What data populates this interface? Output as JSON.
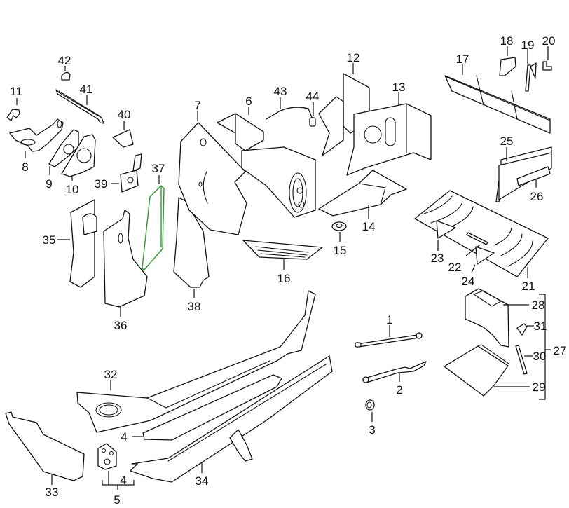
{
  "diagram": {
    "type": "exploded-parts-diagram",
    "highlight_color": "#2e9a2e",
    "line_color": "#111111",
    "background": "#ffffff",
    "highlighted_part": "37",
    "labels": {
      "p1": "1",
      "p2": "2",
      "p3": "3",
      "p4a": "4",
      "p4b": "4",
      "p5": "5",
      "p6": "6",
      "p7": "7",
      "p8": "8",
      "p9": "9",
      "p10": "10",
      "p11": "11",
      "p12": "12",
      "p13": "13",
      "p14": "14",
      "p15": "15",
      "p16": "16",
      "p17": "17",
      "p18": "18",
      "p19": "19",
      "p20": "20",
      "p21": "21",
      "p22": "22",
      "p23": "23",
      "p24": "24",
      "p25": "25",
      "p26": "26",
      "p27": "27",
      "p28": "28",
      "p29": "29",
      "p30": "30",
      "p31": "31",
      "p32": "32",
      "p33": "33",
      "p34": "34",
      "p35": "35",
      "p36": "36",
      "p37": "37",
      "p38": "38",
      "p39": "39",
      "p40": "40",
      "p41": "41",
      "p42": "42",
      "p43": "43",
      "p44": "44"
    }
  }
}
